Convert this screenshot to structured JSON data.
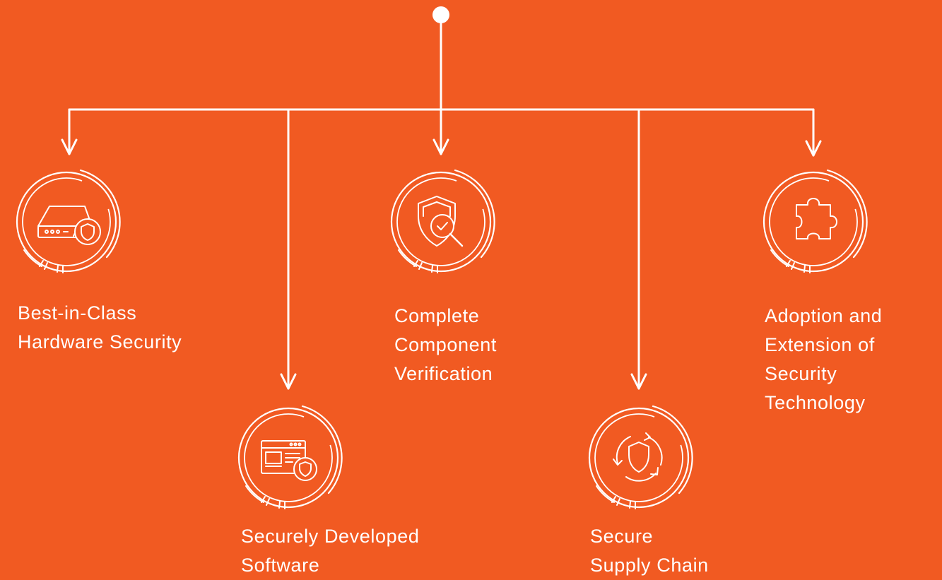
{
  "colors": {
    "background": "#F15A22",
    "foreground": "#FFFFFF"
  },
  "nodes": [
    {
      "id": "hardware",
      "icon": "server-shield-icon",
      "lines": [
        "Best-in-Class",
        "Hardware Security"
      ]
    },
    {
      "id": "software",
      "icon": "browser-shield-icon",
      "lines": [
        "Securely Developed",
        "Software"
      ]
    },
    {
      "id": "verification",
      "icon": "shield-magnifier-icon",
      "lines": [
        "Complete",
        "Component",
        "Verification"
      ]
    },
    {
      "id": "supply",
      "icon": "shield-cycle-icon",
      "lines": [
        "Secure",
        "Supply Chain"
      ]
    },
    {
      "id": "adoption",
      "icon": "puzzle-piece-icon",
      "lines": [
        "Adoption and",
        "Extension of",
        "Security",
        "Technology"
      ]
    }
  ]
}
